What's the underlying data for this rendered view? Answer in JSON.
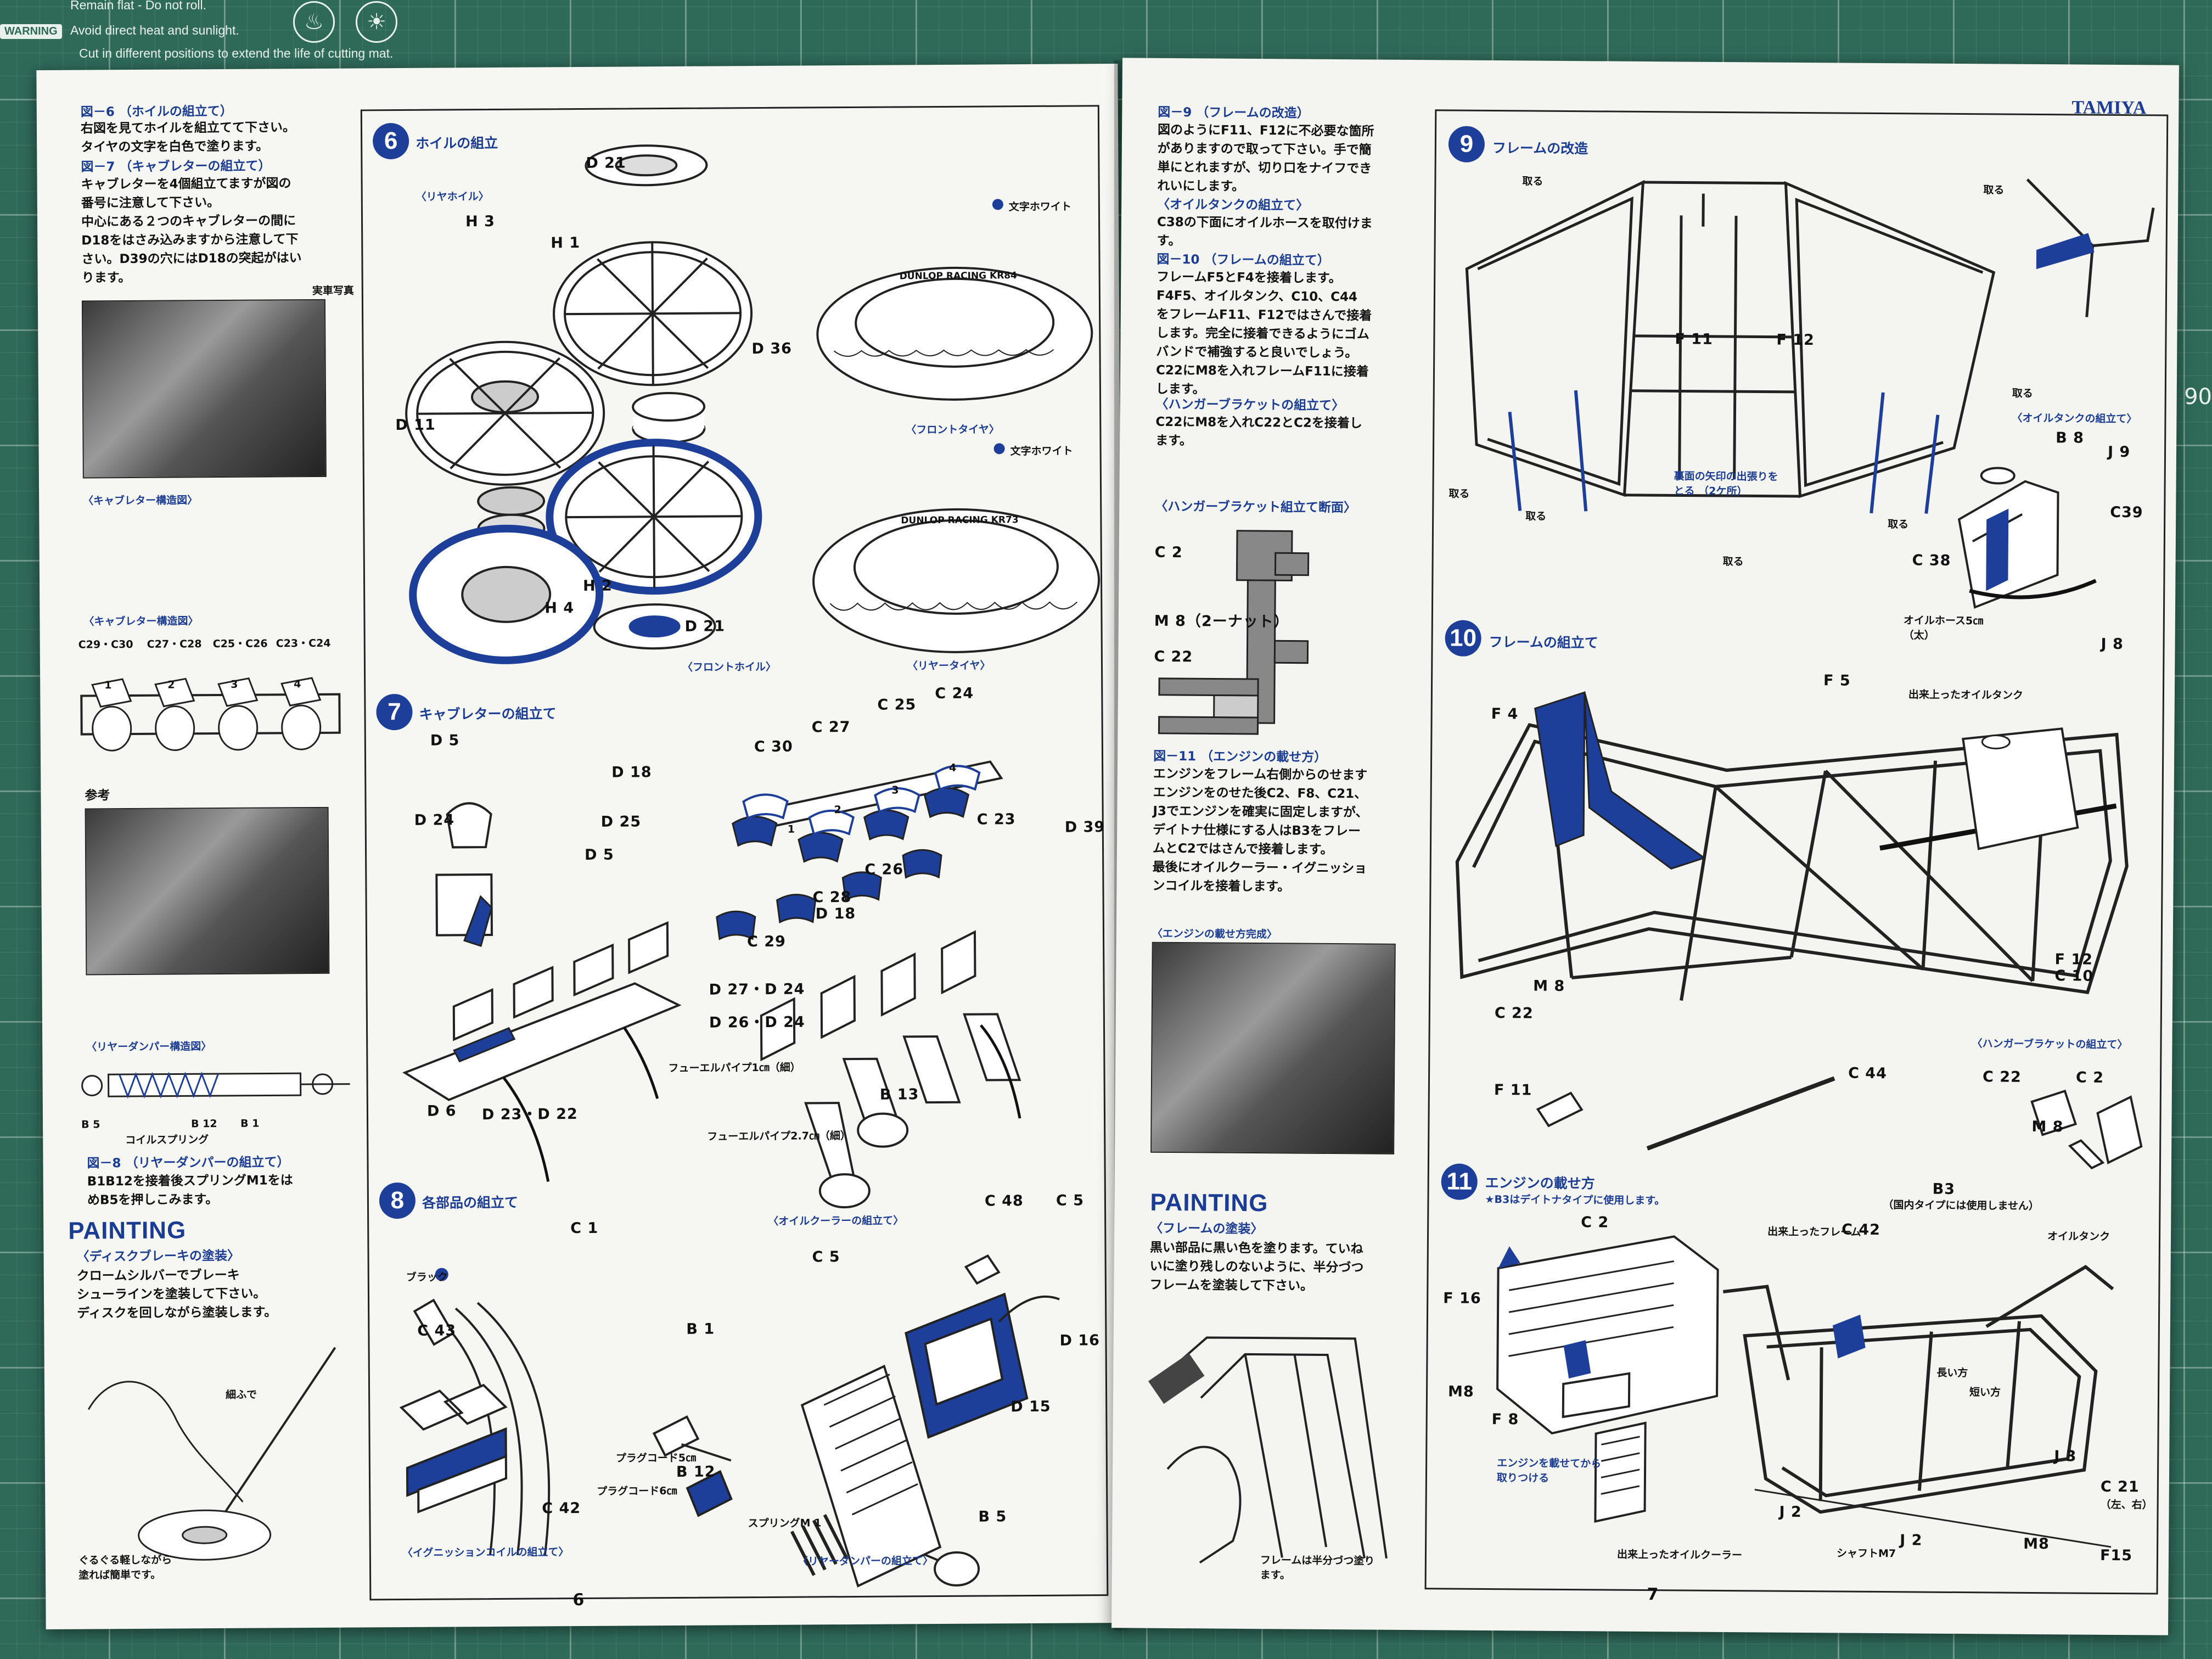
{
  "mat": {
    "badge": "WARNING",
    "line1": "Remain flat - Do not roll.",
    "line2": "Avoid direct heat and sunlight.",
    "line3": "Cut in different positions to extend the life of cutting mat.",
    "edge_number": "90"
  },
  "left_page": {
    "notes": {
      "fig6_head": "図－6 （ホイルの組立て）",
      "fig6_body": "右図を見てホイルを組立てて下さい。\nタイヤの文字を白色で塗ります。",
      "fig7_head": "図－7 （キャブレターの組立て）",
      "fig7_body": "キャブレターを4個組立てますが図の\n番号に注意して下さい。\n中心にある２つのキャブレターの間に\nD18をはさみ込みますから注意して下\nさい。D39の穴にはD18の突起がはい\nります。",
      "real_photo": "実車写真",
      "carb_photo_caption": "〈キャブレター構造図〉",
      "carb_diagram_caption": "〈キャブレター構造図〉",
      "reference": "参考",
      "damper_caption": "〈リヤーダンパー構造図〉",
      "fig8_head": "図－8 （リヤーダンパーの組立て）",
      "fig8_body": "B1B12を接着後スプリングM1をは\nめB5を押しこみます。",
      "painting": "PAINTING",
      "disk_head": "〈ディスクブレーキの塗装〉",
      "disk_body": "クロームシルバーでブレーキ\nシューラインを塗装して下さい。\nディスクを回しながら塗装します。",
      "thin_brush": "細ふで",
      "rotate_note": "ぐるぐる軽しながら\n塗れば簡単です。"
    },
    "carb_labels": [
      "C29・C30",
      "C27・C28",
      "C25・C26",
      "C23・C24"
    ],
    "carb_numbers": [
      "1",
      "2",
      "3",
      "4"
    ],
    "damper_labels": {
      "b5": "B 5",
      "coil": "コイルスプリング",
      "b12": "B 12",
      "b1": "B 1"
    },
    "step6": {
      "num": "6",
      "title": "ホイルの組立",
      "rear_wheel": "〈リヤホイル〉",
      "front_tire": "〈フロントタイヤ〉",
      "front_wheel": "〈フロントホイル〉",
      "rear_tire": "〈リヤータイヤ〉",
      "white_text_1": "文字ホワイト",
      "white_text_2": "文字ホワイト",
      "tire_text_front": "DUNLOP RACING KR84",
      "tire_text_rear": "DUNLOP RACING KR73",
      "parts": {
        "d21a": "D 21",
        "h3": "H 3",
        "h1": "H 1",
        "d36": "D 36",
        "d11": "D 11",
        "h2": "H 2",
        "h4": "H 4",
        "d21b": "D 21"
      }
    },
    "step7": {
      "num": "7",
      "title": "キャブレターの組立て",
      "parts": {
        "d5a": "D 5",
        "d18": "D 18",
        "d24": "D 24",
        "d25": "D 25",
        "d5b": "D 5",
        "c30": "C 30",
        "c27": "C 27",
        "c25": "C 25",
        "c24": "C 24",
        "c23": "C 23",
        "d39": "D 39",
        "c26": "C 26",
        "c28": "C 28",
        "d18b": "D 18",
        "c29": "C 29",
        "d27d24": "D 27・D 24",
        "d26d24": "D 26・D 24",
        "fuel1": "フューエルパイプ1㎝（細）",
        "fuel2": "フューエルパイプ2.7㎝（細）",
        "d6": "D 6",
        "d23d22": "D 23・D 22",
        "b13": "B 13"
      },
      "numbers": [
        "1",
        "2",
        "3",
        "4"
      ]
    },
    "step8": {
      "num": "8",
      "title": "各部品の組立て",
      "cooler_caption": "〈オイルクーラーの組立て〉",
      "ignition_caption": "〈イグニッションコイルの組立て〉",
      "damper_caption": "〈リヤーダンパーの組立て〉",
      "parts": {
        "c1": "C 1",
        "black": "ブラック",
        "c43": "C 43",
        "plug5": "プラグコード5㎝",
        "plug6": "プラグコード6㎝",
        "c42": "C 42",
        "b1": "B 1",
        "b12": "B 12",
        "spring": "スプリングM 1",
        "b5": "B 5",
        "c48": "C 48",
        "c5a": "C 5",
        "c5b": "C 5",
        "d16": "D 16",
        "d15": "D 15"
      }
    },
    "page_number": "6"
  },
  "right_page": {
    "brand": "TAMIYA",
    "notes": {
      "fig9_head": "図－9 （フレームの改造）",
      "fig9_body": "図のようにF11、F12に不必要な箇所\nがありますので取って下さい。手で簡\n単にとれますが、切り口をナイフでき\nれいにします。",
      "oiltank_head": "〈オイルタンクの組立て〉",
      "oiltank_body": "C38の下面にオイルホースを取付けま\nす。",
      "fig10_head": "図－10 （フレームの組立て）",
      "fig10_body": "フレームF5とF4を接着します。\nF4F5、オイルタンク、C10、C44\nをフレームF11、F12ではさんで接着\nします。完全に接着できるようにゴム\nバンドで補強すると良いでしょう。\nC22にM8を入れフレームF11に接着\nします。",
      "hanger_head": "〈ハンガーブラケットの組立て〉",
      "hanger_body": "C22にM8を入れC22とC2を接着し\nます。",
      "hanger_section": "〈ハンガーブラケット組立て断面〉",
      "fig11_head": "図－11 （エンジンの載せ方）",
      "fig11_body": "エンジンをフレーム右側からのせます\nエンジンをのせた後C2、F8、C21、\nJ3でエンジンを確実に固定しますが、\nデイトナ仕様にする人はB3をフレー\nムとC2ではさんで接着します。\n最後にオイルクーラー・イグニッショ\nンコイルを接着します。",
      "engine_done": "〈エンジンの載せ方完成〉",
      "painting": "PAINTING",
      "frame_paint_head": "〈フレームの塗装〉",
      "frame_paint_body": "黒い部品に黒い色を塗ります。ていね\nいに塗り残しのないように、半分づつ\nフレームを塗装して下さい。",
      "half_note": "フレームは半分づつ塗り\nます。"
    },
    "hanger_labels": {
      "c2": "C 2",
      "m8": "M 8（2ーナット）",
      "c22": "C 22"
    },
    "step9": {
      "num": "9",
      "title": "フレームの改造",
      "parts": {
        "remove1": "取る",
        "remove2": "取る",
        "remove3": "取る",
        "remove4": "取る",
        "remove5": "取る",
        "remove6": "取る",
        "remove7": "取る",
        "f11": "F 11",
        "f12": "F 12",
        "back_note": "裏面の矢印の出張りを\nとる （2ケ所）",
        "oiltank": "〈オイルタンクの組立て〉",
        "b8": "B 8",
        "j9": "J 9",
        "c39": "C39",
        "c38": "C 38",
        "hose": "オイルホース5㎝\n（太）",
        "j8": "J 8"
      }
    },
    "step10": {
      "num": "10",
      "title": "フレームの組立て",
      "parts": {
        "f5": "F 5",
        "f4": "F 4",
        "done_tank": "出来上ったオイルタンク",
        "f12": "F 12",
        "c10": "C 10",
        "m8": "M 8",
        "c22": "C 22",
        "f11": "F 11",
        "c44": "C 44",
        "hanger": "〈ハンガーブラケットの組立て〉",
        "c22b": "C 22",
        "c2": "C 2",
        "m8b": "M 8"
      }
    },
    "step11": {
      "num": "11",
      "title": "エンジンの載せ方",
      "subtitle": "★B3はデイトナタイプに使用します。",
      "parts": {
        "c2": "C 2",
        "done_frame": "出来上ったフレーム",
        "c42": "C 42",
        "b3": "B3",
        "b3_note": "（国内タイプには使用しません）",
        "oiltank": "オイルタンク",
        "f16": "F 16",
        "m8": "M8",
        "f8": "F 8",
        "mount_note": "エンジンを載せてから\n取りつける",
        "long": "長い方",
        "short": "短い方",
        "j3": "J 3",
        "c21": "C 21",
        "c21_note": "（左、右）",
        "j2a": "J 2",
        "cooler": "出来上ったオイルクーラー",
        "shaft": "シャフトM7",
        "j2b": "J 2",
        "m8b": "M8",
        "f15": "F15"
      }
    },
    "page_number": "7"
  },
  "colors": {
    "accent_blue": "#1e3f99",
    "mat_green": "#2f6a59",
    "paper": "#f6f6f2"
  }
}
